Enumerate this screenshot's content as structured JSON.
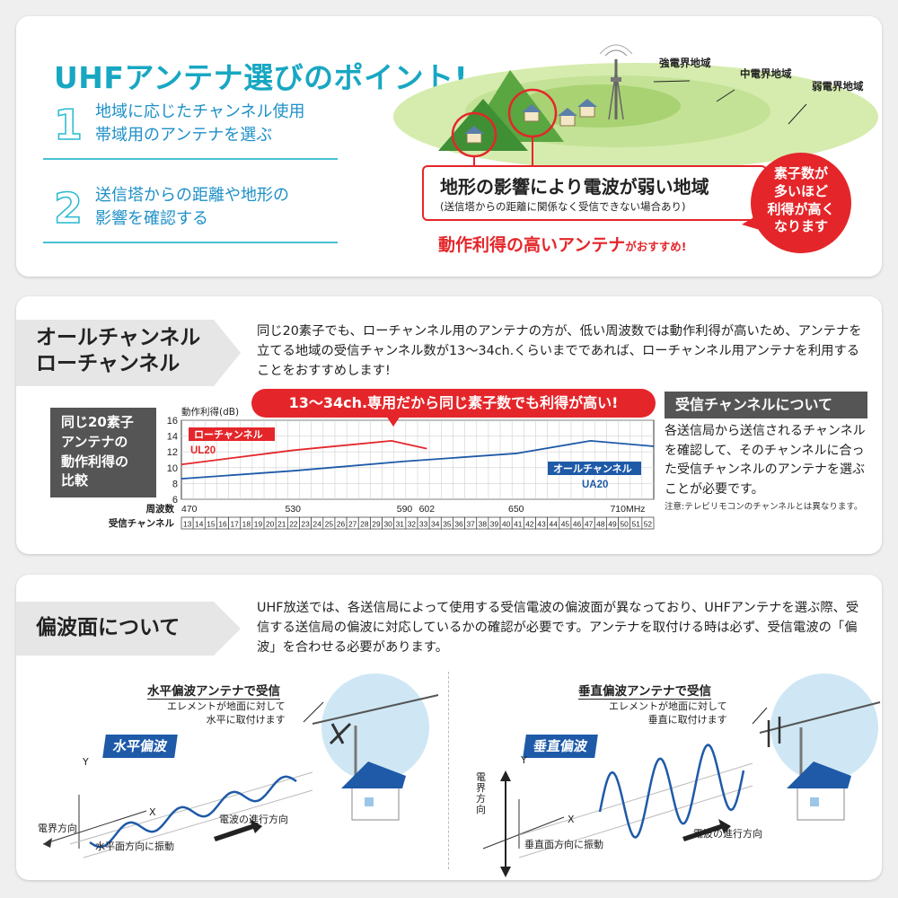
{
  "card1": {
    "title": "UHFアンテナ選びのポイント!",
    "points": [
      {
        "num": "1",
        "line1": "地域に応じたチャンネル使用",
        "line2": "帯域用のアンテナを選ぶ"
      },
      {
        "num": "2",
        "line1": "送信塔からの距離や地形の",
        "line2": "影響を確認する"
      }
    ],
    "zones": {
      "strong": "強電界地域",
      "medium": "中電界地域",
      "weak": "弱電界地域"
    },
    "weak_area": {
      "main": "地形の影響により電波が弱い地域",
      "sub": "(送信塔からの距離に関係なく受信できない場合あり)"
    },
    "recommend": {
      "main": "動作利得の高いアンテナ",
      "suffix": "がおすすめ!"
    },
    "bubble": "素子数が\n多いほど\n利得が高く\nなります",
    "colors": {
      "accent": "#18a7c2",
      "red": "#e4262a",
      "field_green": "#b7d97a"
    }
  },
  "card2": {
    "header": "オールチャンネル\nローチャンネル",
    "intro": "同じ20素子でも、ローチャンネル用のアンテナの方が、低い周波数では動作利得が高いため、アンテナを立てる地域の受信チャンネル数が13〜34ch.くらいまでであれば、ローチャンネル用アンテナを利用することをおすすめします!",
    "compare_box": "同じ20素子\nアンテナの\n動作利得の\n比較",
    "banner": "13〜34ch.専用だから同じ素子数でも利得が高い!",
    "info_head": "受信チャンネルについて",
    "info_body": "各送信局から送信されるチャンネルを確認して、そのチャンネルに合った受信チャンネルのアンテナを選ぶことが必要です。",
    "info_note": "注意:テレビリモコンのチャンネルとは異なります。",
    "colors": {
      "low": "#e4262a",
      "all": "#1e5aa8",
      "banner": "#e4262a",
      "box": "#555555"
    }
  },
  "chart_data": {
    "type": "line",
    "ylabel": "動作利得(dB)",
    "ylim": [
      6,
      16
    ],
    "yticks": [
      6,
      8,
      10,
      12,
      14,
      16
    ],
    "xlabel": "周波数",
    "xlim": [
      470,
      724
    ],
    "xticks": [
      {
        "value": 470,
        "label": "470"
      },
      {
        "value": 530,
        "label": "530"
      },
      {
        "value": 590,
        "label": "590"
      },
      {
        "value": 602,
        "label": "602"
      },
      {
        "value": 650,
        "label": "650"
      },
      {
        "value": 710,
        "label": "710MHz"
      }
    ],
    "channel_label": "受信チャンネル",
    "channels": [
      "13",
      "14",
      "15",
      "16",
      "17",
      "18",
      "19",
      "20",
      "21",
      "22",
      "23",
      "24",
      "25",
      "26",
      "27",
      "28",
      "29",
      "30",
      "31",
      "32",
      "33",
      "34",
      "35",
      "36",
      "37",
      "38",
      "39",
      "40",
      "41",
      "42",
      "43",
      "44",
      "45",
      "46",
      "47",
      "48",
      "49",
      "50",
      "51",
      "52"
    ],
    "series": [
      {
        "name": "ローチャンネル",
        "model": "UL20",
        "color": "#e4262a",
        "x": [
          470,
          530,
          583,
          602
        ],
        "y": [
          10.4,
          12.2,
          13.4,
          12.4
        ]
      },
      {
        "name": "オールチャンネル",
        "model": "UA20",
        "color": "#1e5aa8",
        "x": [
          470,
          530,
          590,
          650,
          690,
          724
        ],
        "y": [
          8.6,
          9.6,
          10.8,
          11.8,
          13.4,
          12.7
        ]
      }
    ]
  },
  "card3": {
    "header": "偏波面について",
    "intro": "UHF放送では、各送信局によって使用する受信電波の偏波面が異なっており、UHFアンテナを選ぶ際、受信する送信局の偏波に対応しているかの確認が必要です。アンテナを取付ける時は必ず、受信電波の「偏波」を合わせる必要があります。",
    "horizontal": {
      "title": "水平偏波アンテナで受信",
      "note": "エレメントが地面に対して\n水平に取付けます",
      "tag": "水平偏波",
      "axis_y": "Y",
      "axis_x": "X",
      "field_dir": "電界方向",
      "vibration": "水平面方向に振動",
      "travel": "電波の進行方向"
    },
    "vertical": {
      "title": "垂直偏波アンテナで受信",
      "note": "エレメントが地面に対して\n垂直に取付けます",
      "tag": "垂直偏波",
      "axis_y": "Y",
      "axis_x": "X",
      "field_dir": "電界方向",
      "vibration": "垂直面方向に振動",
      "travel": "電波の進行方向"
    },
    "colors": {
      "wave": "#1e5aa8",
      "sky": "#cfe7f5",
      "house_roof": "#1e5aa8"
    }
  }
}
